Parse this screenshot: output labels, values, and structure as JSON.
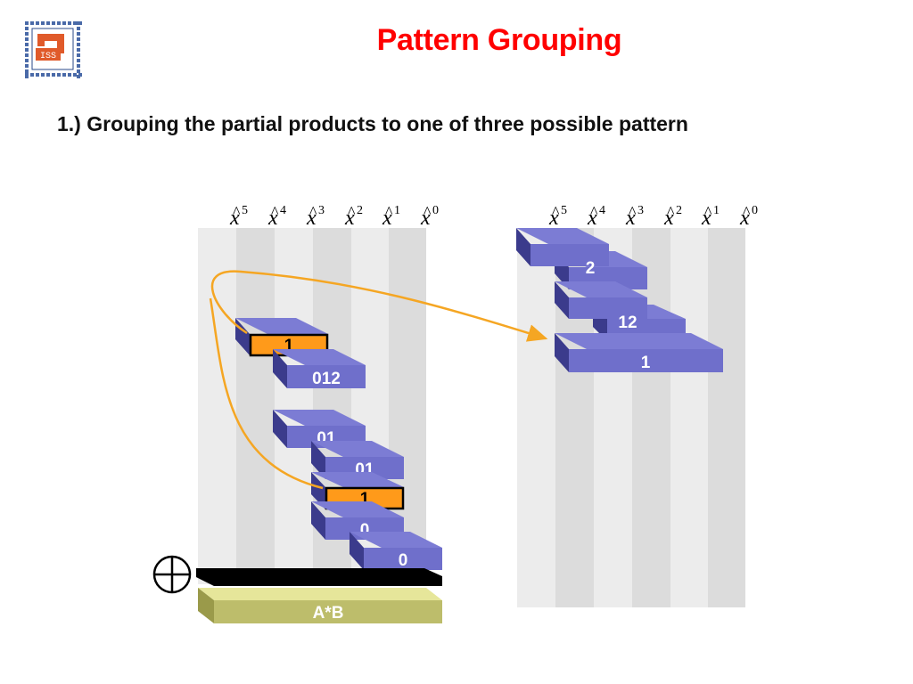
{
  "slide": {
    "title": "Pattern Grouping",
    "subtitle": "1.) Grouping the partial products to one of three possible pattern",
    "logo_text": "ISS"
  },
  "columns": {
    "base": "x",
    "exponents": [
      "5",
      "4",
      "3",
      "2",
      "1",
      "0"
    ]
  },
  "left_diagram": {
    "blocks": [
      "1",
      "012",
      "01",
      "01",
      "1",
      "0",
      "0"
    ],
    "xor_symbol": "⊕",
    "result": "A*B"
  },
  "right_diagram": {
    "blocks": [
      "2",
      "12",
      "1"
    ]
  },
  "colors": {
    "title": "#ff0000",
    "block_top": "#7c7cd4",
    "block_front": "#6f6fcb",
    "block_side": "#3b3b8c",
    "highlight": "#ff9a1a",
    "arrow": "#f5a623",
    "result_front": "#bdbd6b",
    "result_top": "#e6e69a",
    "stripe_light": "#ececec",
    "stripe_dark": "#dcdcdc"
  }
}
